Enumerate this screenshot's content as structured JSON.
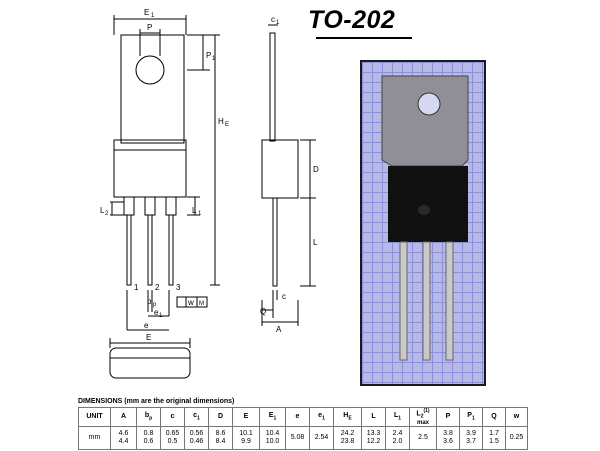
{
  "title": "TO-202",
  "drawing": {
    "labels": {
      "E1": "E",
      "E1_sub": "1",
      "P": "P",
      "P1": "P",
      "P1_sub": "1",
      "HE": "H",
      "HE_sub": "E",
      "c1": "c",
      "c1_sub": "1",
      "D": "D",
      "L": "L",
      "L1": "L",
      "L1_sub": "1",
      "L2": "L",
      "L2_sub": "2",
      "pin1": "1",
      "pin2": "2",
      "pin3": "3",
      "bp": "b",
      "bp_sub": "p",
      "e1": "e",
      "e1_sub": "1",
      "e": "e",
      "tol_w": "w",
      "tol_m": "M",
      "c": "c",
      "Q": "Q",
      "A": "A",
      "E": "E"
    }
  },
  "dimensions": {
    "caption": "DIMENSIONS (mm are the original dimensions)",
    "headers": [
      {
        "main": "UNIT",
        "sub": ""
      },
      {
        "main": "A",
        "sub": ""
      },
      {
        "main": "b",
        "sub": "p"
      },
      {
        "main": "c",
        "sub": ""
      },
      {
        "main": "c",
        "sub": "1"
      },
      {
        "main": "D",
        "sub": ""
      },
      {
        "main": "E",
        "sub": ""
      },
      {
        "main": "E",
        "sub": "1"
      },
      {
        "main": "e",
        "sub": ""
      },
      {
        "main": "e",
        "sub": "1"
      },
      {
        "main": "H",
        "sub": "E"
      },
      {
        "main": "L",
        "sub": ""
      },
      {
        "main": "L",
        "sub": "1"
      },
      {
        "main": "L",
        "sub": "2",
        "sup": "(1)",
        "note": "max"
      },
      {
        "main": "P",
        "sub": ""
      },
      {
        "main": "P",
        "sub": "1"
      },
      {
        "main": "Q",
        "sub": ""
      },
      {
        "main": "w",
        "sub": ""
      }
    ],
    "row": {
      "unit": "mm",
      "values": [
        [
          "4.6",
          "4.4"
        ],
        [
          "0.8",
          "0.6"
        ],
        [
          "0.65",
          "0.5"
        ],
        [
          "0.56",
          "0.46"
        ],
        [
          "8.6",
          "8.4"
        ],
        [
          "10.1",
          "9.9"
        ],
        [
          "10.4",
          "10.0"
        ],
        [
          "5.08"
        ],
        [
          "2.54"
        ],
        [
          "24.2",
          "23.8"
        ],
        [
          "13.3",
          "12.2"
        ],
        [
          "2.4",
          "2.0"
        ],
        [
          "2.5"
        ],
        [
          "3.8",
          "3.6"
        ],
        [
          "3.9",
          "3.7"
        ],
        [
          "1.7",
          "1.5"
        ],
        [
          "0.25"
        ]
      ]
    }
  }
}
